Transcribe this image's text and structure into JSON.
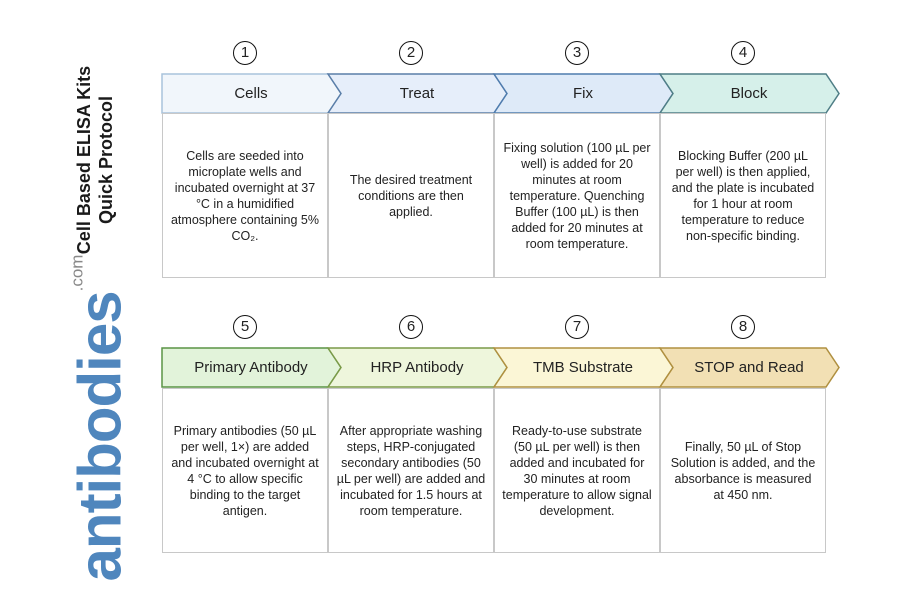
{
  "title": {
    "line1": "Cell Based ELISA Kits",
    "line2": "Quick Protocol"
  },
  "logo": {
    "word": "antibodies",
    "suffix": ".com",
    "color": "#4f86bd"
  },
  "steps": [
    {
      "number": "1",
      "label": "Cells",
      "fill": "#f1f6fb",
      "stroke": "#a9c3dc",
      "text": "Cells are seeded into microplate wells and incubated overnight at 37 °C in a humidified atmosphere containing 5% CO₂."
    },
    {
      "number": "2",
      "label": "Treat",
      "fill": "#e6eefa",
      "stroke": "#5a7ea8",
      "text": "The desired treatment conditions are then applied."
    },
    {
      "number": "3",
      "label": "Fix",
      "fill": "#deeaf8",
      "stroke": "#4f7cae",
      "text": "Fixing solution (100 µL per well) is added for 20 minutes at room temperature. Quenching Buffer (100 µL) is then added for 20 minutes at room temperature."
    },
    {
      "number": "4",
      "label": "Block",
      "fill": "#d6f0ea",
      "stroke": "#4f7e86",
      "text": "Blocking Buffer (200 µL per well) is then applied, and the plate is incubated for 1 hour at room temperature to reduce non-specific binding."
    },
    {
      "number": "5",
      "label": "Primary Antibody",
      "fill": "#e2f3da",
      "stroke": "#5a9445",
      "text": "Primary antibodies (50 µL per well, 1×) are added and incubated overnight at 4 °C to allow specific binding to the target antigen."
    },
    {
      "number": "6",
      "label": "HRP Antibody",
      "fill": "#eef6dc",
      "stroke": "#7a9a48",
      "text": "After appropriate washing steps, HRP-conjugated secondary antibodies (50 µL per well) are added and incubated for 1.5 hours at room temperature."
    },
    {
      "number": "7",
      "label": "TMB Substrate",
      "fill": "#fbf6d6",
      "stroke": "#b09040",
      "text": "Ready-to-use substrate (50 µL per well) is then added and incubated for 30 minutes at room temperature to allow signal development."
    },
    {
      "number": "8",
      "label": "STOP and Read",
      "fill": "#f2e0b4",
      "stroke": "#b09040",
      "text": "Finally, 50 µL of Stop Solution is added, and the absorbance is measured at 450 nm."
    }
  ]
}
